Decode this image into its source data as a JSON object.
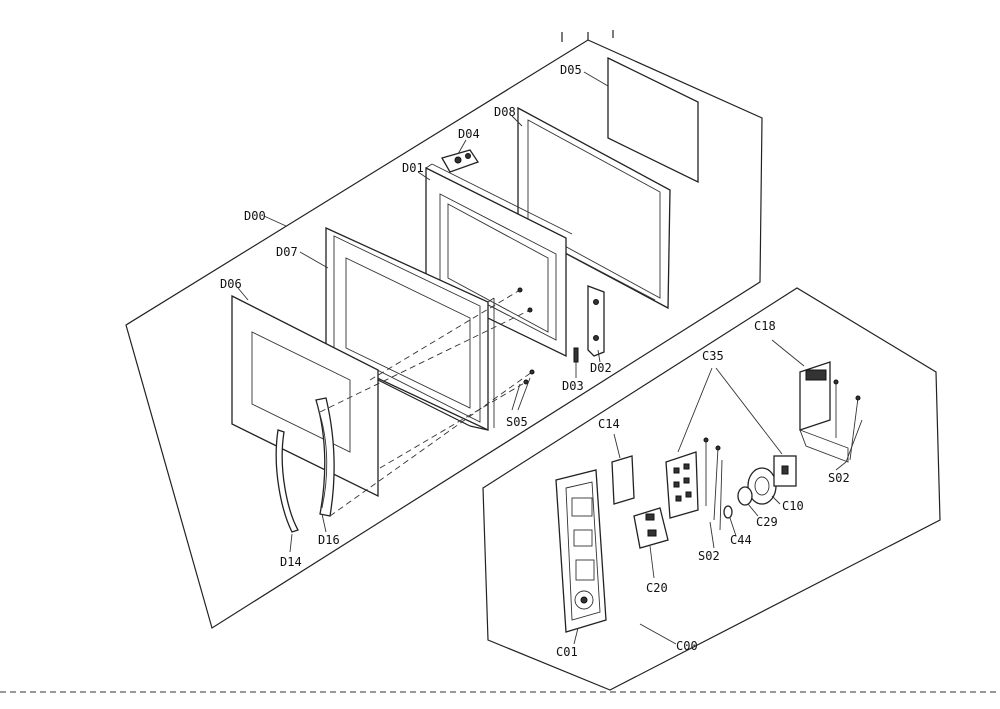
{
  "labels": {
    "D00": "D00",
    "D01": "D01",
    "D02": "D02",
    "D03": "D03",
    "D04": "D04",
    "D05": "D05",
    "D06": "D06",
    "D07": "D07",
    "D08": "D08",
    "D14": "D14",
    "D16": "D16",
    "S05": "S05",
    "C00": "C00",
    "C01": "C01",
    "C10": "C10",
    "C14": "C14",
    "C18": "C18",
    "C20": "C20",
    "C29": "C29",
    "C35": "C35",
    "C44": "C44",
    "S02a": "S02",
    "S02b": "S02"
  }
}
